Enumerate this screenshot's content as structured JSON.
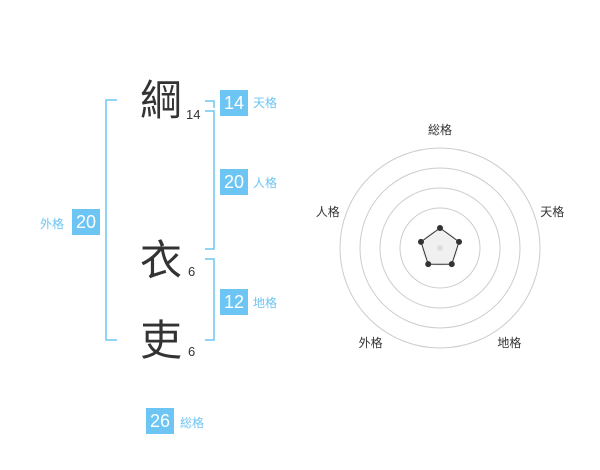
{
  "name": {
    "chars": [
      {
        "char": "綱",
        "strokes": "14"
      },
      {
        "char": "衣",
        "strokes": "6"
      },
      {
        "char": "吏",
        "strokes": "6"
      }
    ]
  },
  "kaku": {
    "tenkaku": {
      "value": "14",
      "label": "天格"
    },
    "jinkaku": {
      "value": "20",
      "label": "人格"
    },
    "chikaku": {
      "value": "12",
      "label": "地格"
    },
    "gaikaku": {
      "value": "20",
      "label": "外格"
    },
    "soukaku": {
      "value": "26",
      "label": "総格"
    }
  },
  "chart_data": {
    "type": "radar",
    "axes": [
      "総格",
      "天格",
      "地格",
      "外格",
      "人格"
    ],
    "values": [
      1,
      1,
      1,
      1,
      1
    ],
    "max": 5,
    "rings": 4,
    "colors": {
      "ring": "#cccccc",
      "line": "#333333",
      "center": "#dddddd"
    }
  },
  "colors": {
    "accent": "#6cc5f3",
    "text": "#333333"
  }
}
